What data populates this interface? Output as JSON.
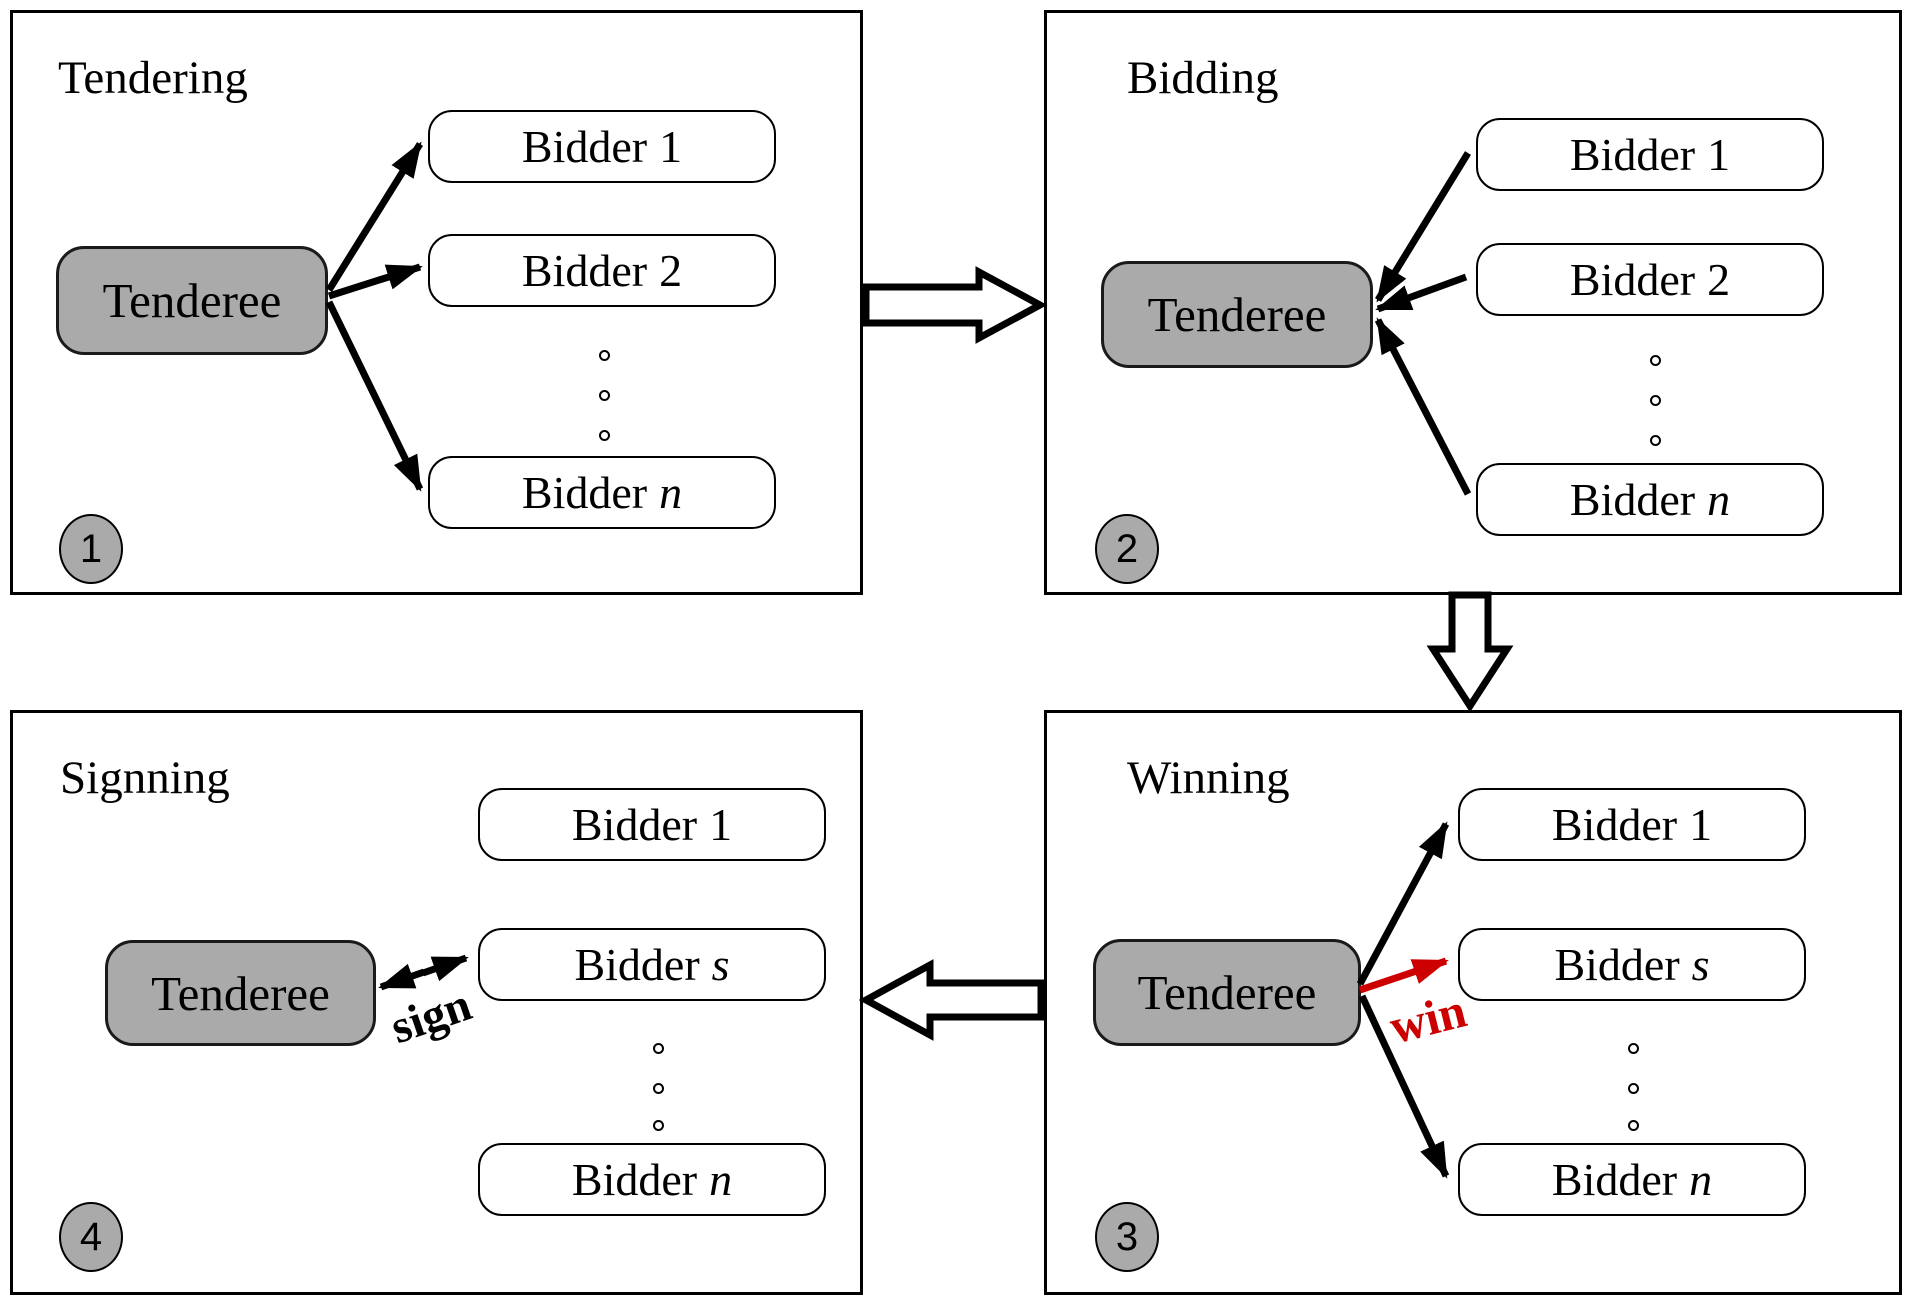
{
  "diagram": {
    "colors": {
      "node_gray": "#aaaaaa",
      "accent_red": "#cc0000",
      "line_black": "#000000",
      "background": "#ffffff"
    },
    "flow_arrows": [
      "right-arrow-step1-to-step2",
      "down-arrow-step2-to-step3",
      "left-arrow-step3-to-step4"
    ],
    "panels": [
      {
        "title": "Tendering",
        "badge": "1",
        "tenderee": "Tenderee",
        "bidders": [
          {
            "word": "Bidder",
            "sfx": "1",
            "sfx_class": "sfx"
          },
          {
            "word": "Bidder",
            "sfx": "2",
            "sfx_class": "sfx"
          },
          {
            "word": "Bidder",
            "sfx": "n",
            "sfx_class": "sfx it"
          }
        ]
      },
      {
        "title": "Bidding",
        "badge": "2",
        "tenderee": "Tenderee",
        "bidders": [
          {
            "word": "Bidder",
            "sfx": "1",
            "sfx_class": "sfx"
          },
          {
            "word": "Bidder",
            "sfx": "2",
            "sfx_class": "sfx"
          },
          {
            "word": "Bidder",
            "sfx": "n",
            "sfx_class": "sfx it"
          }
        ]
      },
      {
        "title": "Winning",
        "badge": "3",
        "tenderee": "Tenderee",
        "arrow_label": "win",
        "bidders": [
          {
            "word": "Bidder",
            "sfx": "1",
            "sfx_class": "sfx"
          },
          {
            "word": "Bidder",
            "sfx": "s",
            "sfx_class": "sfx it"
          },
          {
            "word": "Bidder",
            "sfx": "n",
            "sfx_class": "sfx it"
          }
        ]
      },
      {
        "title": "Signning",
        "badge": "4",
        "tenderee": "Tenderee",
        "arrow_label": "sign",
        "bidders": [
          {
            "word": "Bidder",
            "sfx": "1",
            "sfx_class": "sfx"
          },
          {
            "word": "Bidder",
            "sfx": "s",
            "sfx_class": "sfx it"
          },
          {
            "word": "Bidder",
            "sfx": "n",
            "sfx_class": "sfx it"
          }
        ]
      }
    ]
  }
}
